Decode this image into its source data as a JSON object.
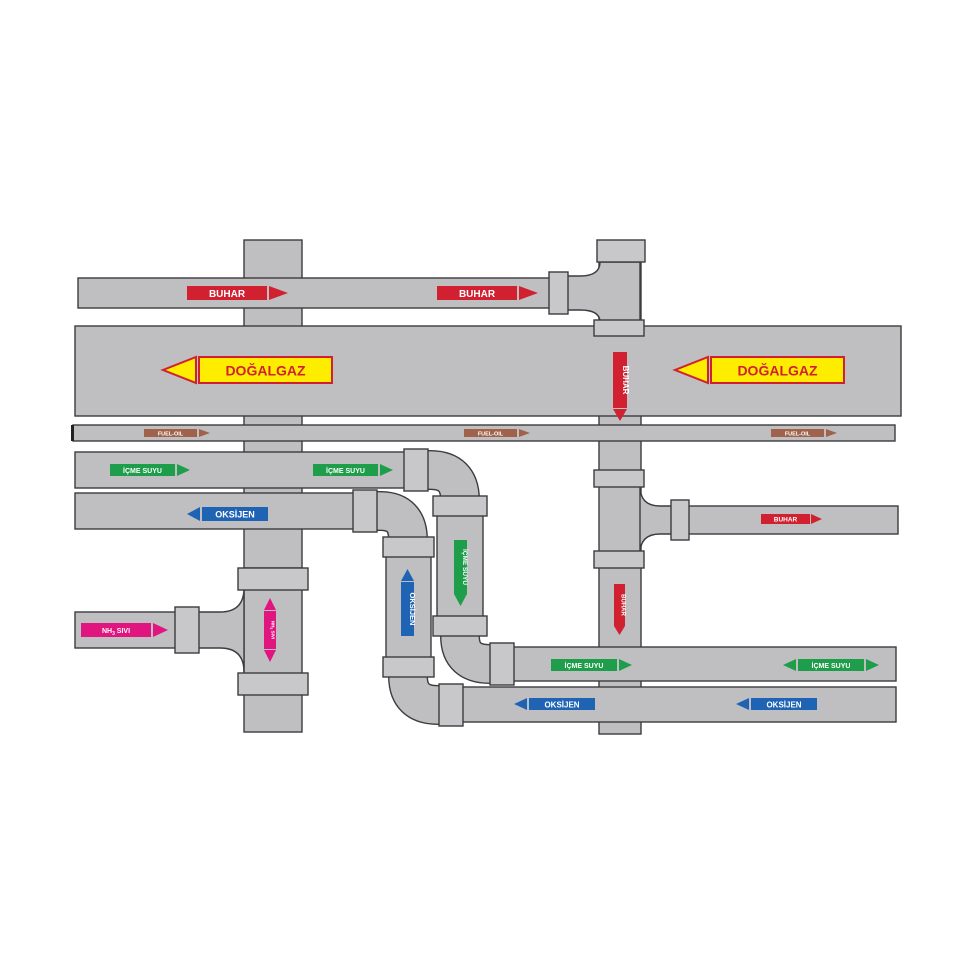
{
  "colors": {
    "pipe": "#bfbfc1",
    "outline": "#3c3c3e",
    "steam": "#d1202f",
    "natural_gas_fill": "#ffed00",
    "natural_gas_text": "#d1202f",
    "fuel_oil": "#a0624a",
    "drinking_water": "#1e9e4a",
    "oxygen": "#1f64b4",
    "ammonia": "#e0157f"
  },
  "labels": {
    "buhar": "BUHAR",
    "dogalgaz": "DOĞALGAZ",
    "fuel_oil": "FUEL-OIL",
    "icme_suyu": "İÇME SUYU",
    "oksijen": "OKSİJEN",
    "nh3_prefix": "NH",
    "nh3_sub": "3",
    "nh3_suffix": " SIVI"
  }
}
